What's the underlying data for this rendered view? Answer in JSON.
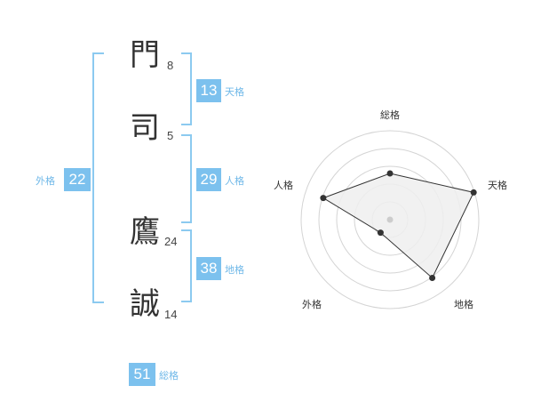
{
  "name_chars": [
    {
      "char": "門",
      "strokes": "8"
    },
    {
      "char": "司",
      "strokes": "5"
    },
    {
      "char": "鷹",
      "strokes": "24"
    },
    {
      "char": "誠",
      "strokes": "14"
    }
  ],
  "fortunes": {
    "tenkaku": {
      "value": "13",
      "label": "天格"
    },
    "jinkaku": {
      "value": "29",
      "label": "人格"
    },
    "chikaku": {
      "value": "38",
      "label": "地格"
    },
    "gaikaku": {
      "value": "22",
      "label": "外格"
    },
    "soukaku": {
      "value": "51",
      "label": "総格"
    }
  },
  "radar": {
    "axes": [
      "総格",
      "天格",
      "地格",
      "外格",
      "人格"
    ],
    "values": [
      0.52,
      0.99,
      0.81,
      0.18,
      0.79
    ],
    "max": 1,
    "rings": 5,
    "colors": {
      "ring": "#d4d4d4",
      "fill": "#efefef",
      "line": "#333333",
      "center": "#cccccc"
    }
  },
  "colors": {
    "accent": "#7cc1ee",
    "bracket": "#8ccaf0"
  }
}
